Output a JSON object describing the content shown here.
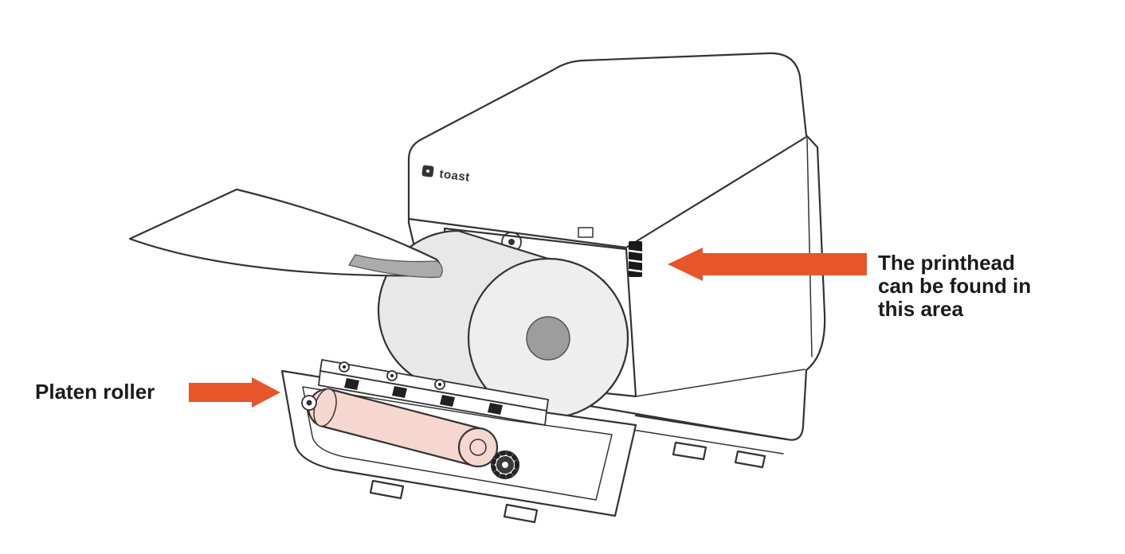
{
  "diagram": {
    "logo_text": "toast",
    "labels": {
      "platen_roller": "Platen roller",
      "printhead_lines": [
        "The printhead",
        "can be found in",
        "this area"
      ]
    },
    "colors": {
      "arrow": "#e8552a",
      "outline": "#333333",
      "label_text": "#1b1b1b",
      "paper_roll_side": "#e8e8e8",
      "paper_roll_face": "#eeeeee",
      "paper_core": "#9d9d9d",
      "paper_underside": "#ababab",
      "platen_roller": "#f6d7d0"
    }
  }
}
